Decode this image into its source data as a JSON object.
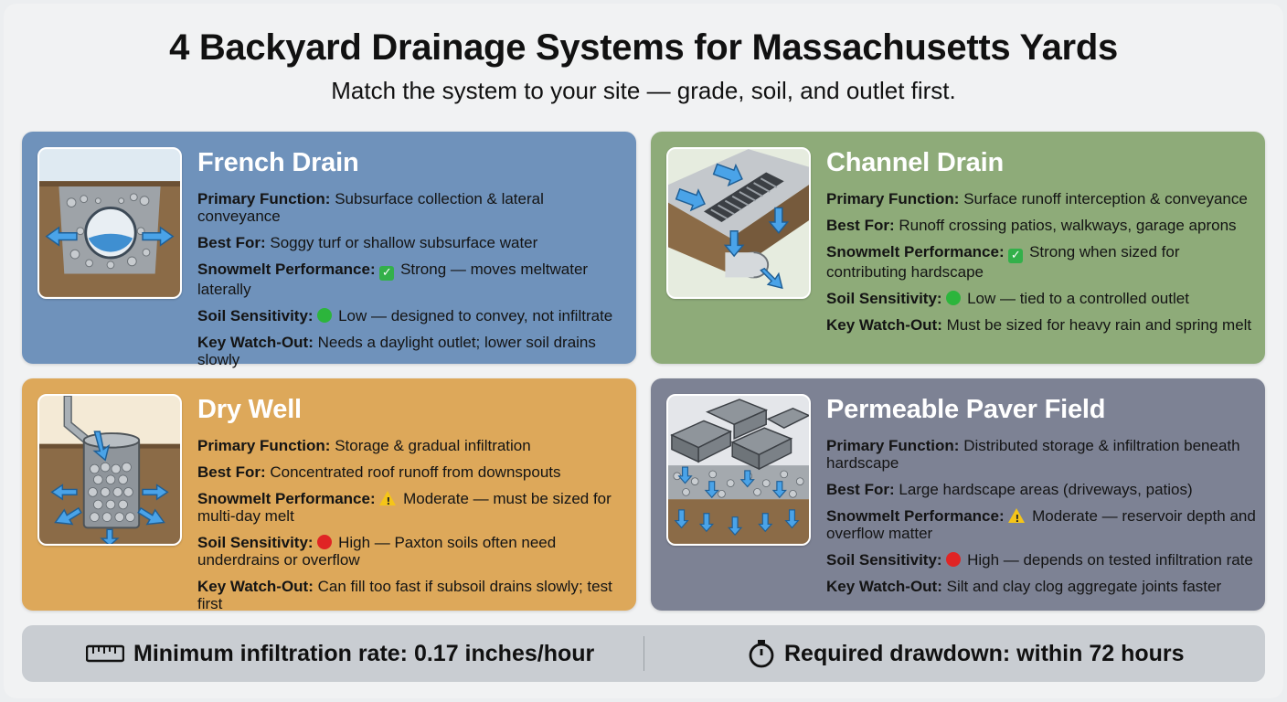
{
  "header": {
    "title": "4 Backyard Drainage Systems for Massachusetts Yards",
    "subtitle": "Match the system to your site — grade, soil, and outlet first."
  },
  "colors": {
    "french": "#6f92bb",
    "channel": "#8eab79",
    "drywell": "#dda85a",
    "paver": "#7d8294",
    "green_dot": "#2cb53c",
    "red_dot": "#e02424"
  },
  "cards": [
    {
      "name": "French Drain",
      "icon": "french-drain-cross-section",
      "rows": [
        {
          "label": "Primary Function:",
          "value": "Subsurface collection & lateral conveyance"
        },
        {
          "label": "Best For:",
          "value": "Soggy turf or shallow subsurface water"
        },
        {
          "label": "Snowmelt Performance:",
          "indicator": "check",
          "value": "Strong — moves meltwater laterally"
        },
        {
          "label": "Soil Sensitivity:",
          "indicator": "green-dot",
          "value": "Low — designed to convey, not infiltrate"
        },
        {
          "label": "Key Watch-Out:",
          "value": "Needs a daylight outlet; lower soil drains slowly"
        }
      ]
    },
    {
      "name": "Channel Drain",
      "icon": "channel-drain-grate",
      "rows": [
        {
          "label": "Primary Function:",
          "value": "Surface runoff interception & conveyance"
        },
        {
          "label": "Best For:",
          "value": "Runoff crossing patios, walkways, garage aprons"
        },
        {
          "label": "Snowmelt Performance:",
          "indicator": "check",
          "value": "Strong when sized for contributing hardscape"
        },
        {
          "label": "Soil Sensitivity:",
          "indicator": "green-dot",
          "value": "Low — tied to a controlled outlet"
        },
        {
          "label": "Key Watch-Out:",
          "value": "Must be sized for heavy rain and spring melt"
        }
      ]
    },
    {
      "name": "Dry Well",
      "icon": "dry-well-cross-section",
      "rows": [
        {
          "label": "Primary Function:",
          "value": "Storage & gradual infiltration"
        },
        {
          "label": "Best For:",
          "value": "Concentrated roof runoff from downspouts"
        },
        {
          "label": "Snowmelt Performance:",
          "indicator": "warning",
          "value": "Moderate — must be sized for multi-day melt"
        },
        {
          "label": "Soil Sensitivity:",
          "indicator": "red-dot",
          "value": "High — Paxton soils often need underdrains or overflow"
        },
        {
          "label": "Key Watch-Out:",
          "value": "Can fill too fast if subsoil drains slowly; test first"
        }
      ]
    },
    {
      "name": "Permeable Paver Field",
      "icon": "permeable-paver-cross-section",
      "rows": [
        {
          "label": "Primary Function:",
          "value": "Distributed storage & infiltration beneath hardscape"
        },
        {
          "label": "Best For:",
          "value": "Large hardscape areas (driveways, patios)"
        },
        {
          "label": "Snowmelt Performance:",
          "indicator": "warning",
          "value": "Moderate — reservoir depth and overflow matter"
        },
        {
          "label": "Soil Sensitivity:",
          "indicator": "red-dot",
          "value": "High — depends on tested infiltration rate"
        },
        {
          "label": "Key Watch-Out:",
          "value": "Silt and clay clog aggregate joints faster"
        }
      ]
    }
  ],
  "footer": {
    "infiltration": "Minimum infiltration rate: 0.17 inches/hour",
    "infiltration_icon": "ruler-icon",
    "drawdown": "Required drawdown: within 72 hours",
    "drawdown_icon": "stopwatch-icon"
  }
}
